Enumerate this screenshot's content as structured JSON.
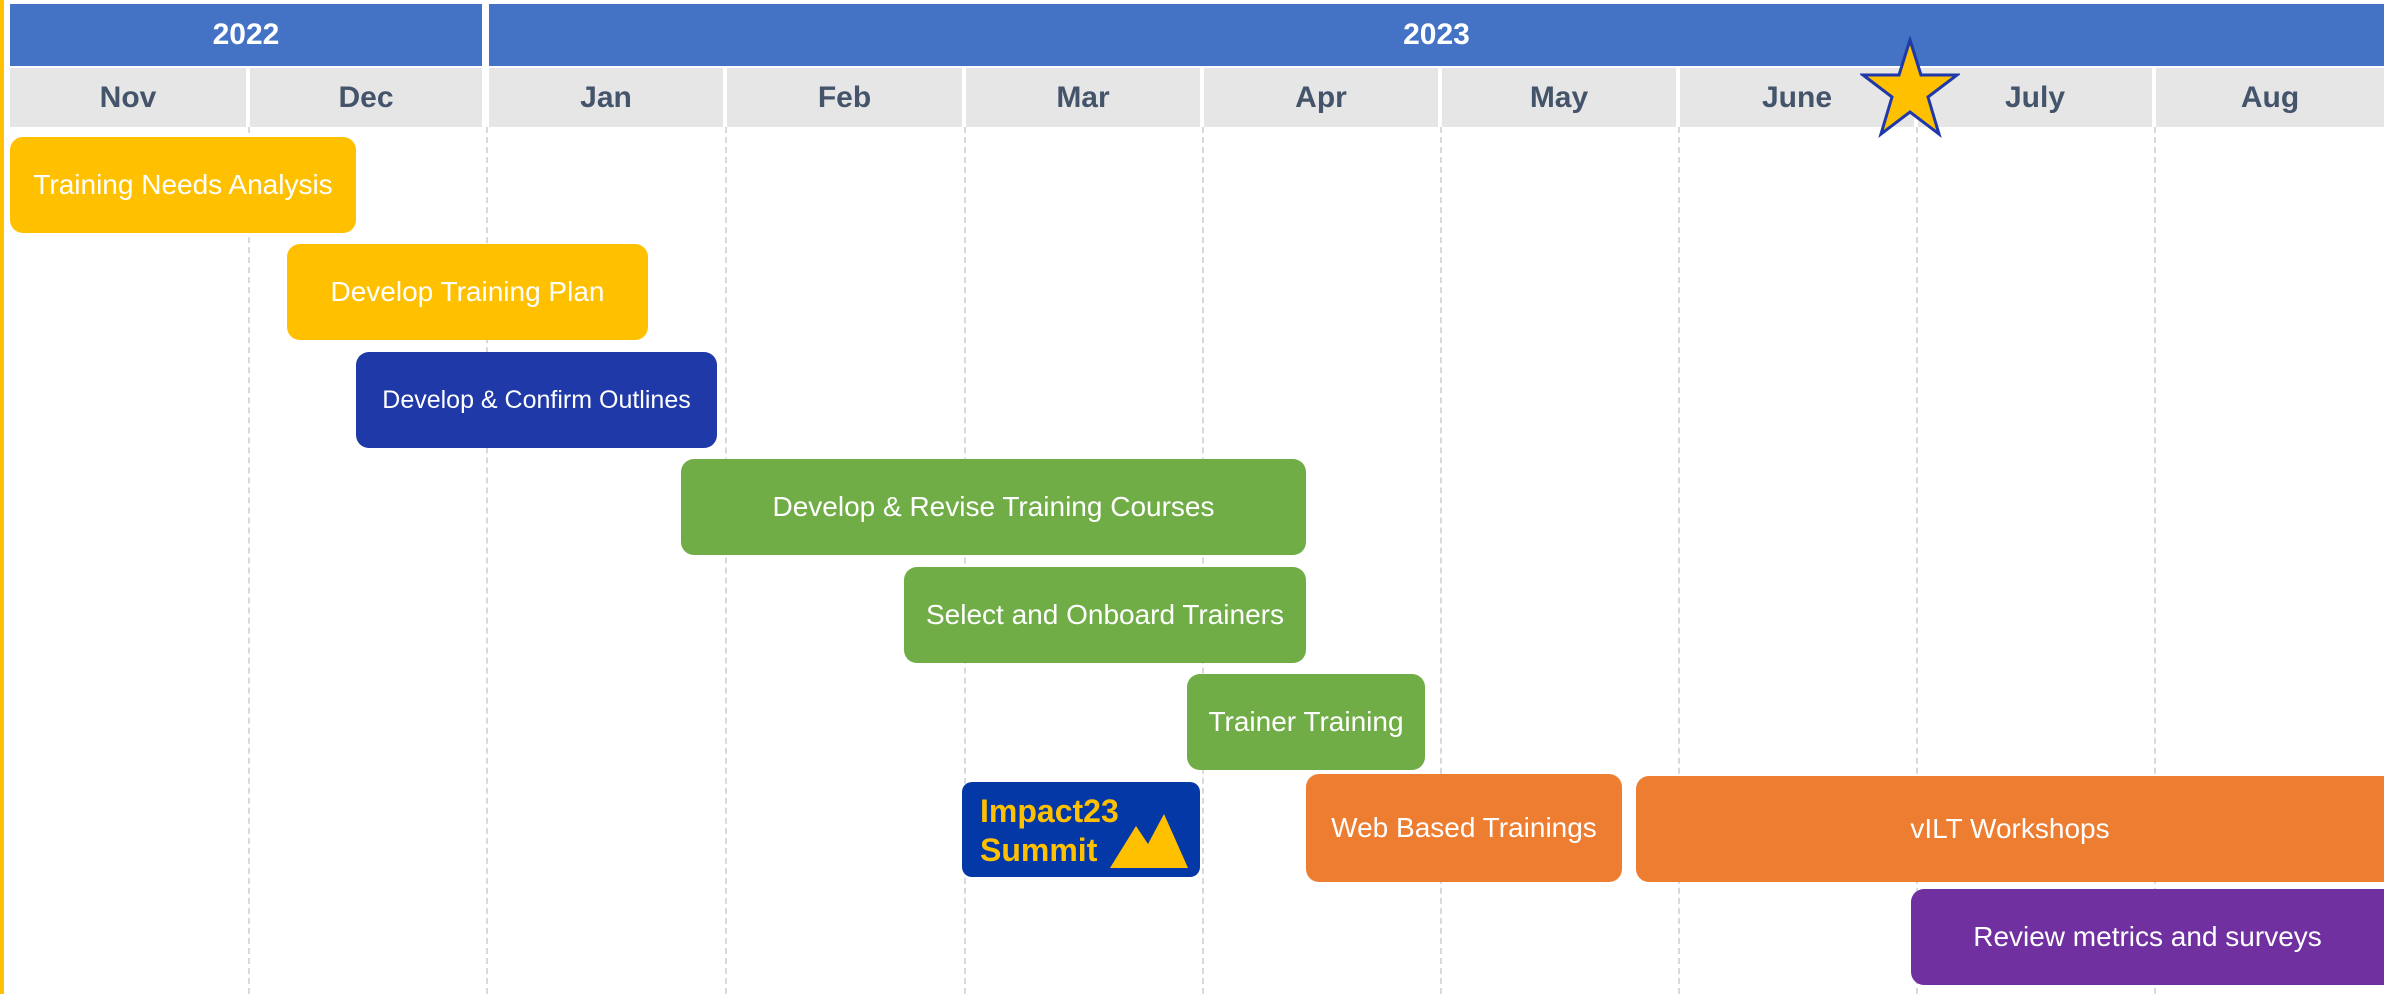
{
  "colors": {
    "year_header": "#4472c4",
    "month_header": "#e7e6e6",
    "month_text": "#44546a",
    "yellow": "#ffc000",
    "navy": "#1f39a8",
    "green": "#70ad47",
    "orange": "#ed7d31",
    "purple": "#7030a0",
    "summit_bg": "#0438a6"
  },
  "years": [
    {
      "label": "2022"
    },
    {
      "label": "2023"
    }
  ],
  "months": [
    "Nov",
    "Dec",
    "Jan",
    "Feb",
    "Mar",
    "Apr",
    "May",
    "June",
    "July",
    "Aug"
  ],
  "tasks": [
    {
      "label": "Training Needs Analysis",
      "color": "yellow",
      "start": "Nov 1",
      "end": "Dec 15"
    },
    {
      "label": "Develop Training Plan",
      "color": "yellow",
      "start": "Dec 5",
      "end": "Jan 20"
    },
    {
      "label": "Develop & Confirm Outlines",
      "color": "navy",
      "start": "Dec 15",
      "end": "Jan 30"
    },
    {
      "label": "Develop & Revise Training Courses",
      "color": "green",
      "start": "Jan 25",
      "end": "Apr 15"
    },
    {
      "label": "Select and Onboard Trainers",
      "color": "green",
      "start": "Feb 25",
      "end": "Apr 15"
    },
    {
      "label": "Trainer Training",
      "color": "green",
      "start": "Apr 1",
      "end": "Apr 30"
    },
    {
      "label": "Web Based Trainings",
      "color": "orange",
      "start": "Apr 15",
      "end": "May 25"
    },
    {
      "label": "vILT Workshops",
      "color": "orange",
      "start": "June 1",
      "end": "Aug 31"
    },
    {
      "label": "Review metrics and surveys",
      "color": "purple",
      "start": "July 1",
      "end": "Aug 31"
    }
  ],
  "summit": {
    "line1": "Impact23",
    "line2": "Summit",
    "icon": "mountain-icon"
  },
  "milestone": {
    "icon": "star-icon",
    "month": "July"
  }
}
